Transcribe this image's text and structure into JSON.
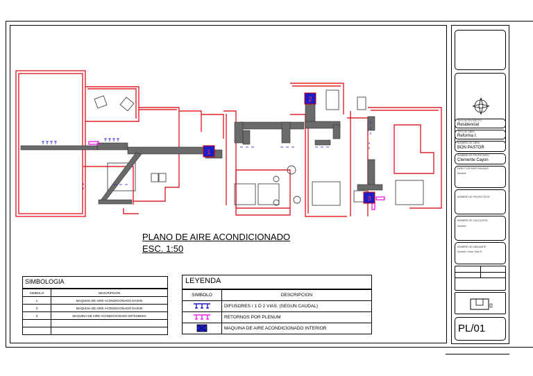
{
  "plan": {
    "title": "PLANO DE AIRE ACONDICIONADO",
    "scale": "ESC. 1:50",
    "unit_markers": [
      "1",
      "2",
      "3"
    ]
  },
  "simbologia": {
    "title": "SIMBOLOGIA",
    "headers": [
      "SIMBOLO",
      "DESCRIPCION"
    ],
    "rows": [
      {
        "simbolo": "1",
        "descripcion": "MAQUINA DE AIRE ACONDICIONADO DAIKIN"
      },
      {
        "simbolo": "2",
        "descripcion": "MAQUINA DE AIRE ACONDICIONADO DAIKIN"
      },
      {
        "simbolo": "3",
        "descripcion": "MAQUINA DE AIRE ACONDICIONADO MITSUBISHI"
      }
    ]
  },
  "leyenda": {
    "title": "LEYENDA",
    "headers": [
      "SIMBOLO",
      "DESCRIPCION"
    ],
    "rows": [
      {
        "icon": "diffuser-symbol",
        "descripcion": "DIFUSORES / 1 Ó 2 VIAS. (SEGUN CAUDAL)"
      },
      {
        "icon": "plenum-return-symbol",
        "descripcion": "RETORNOS POR PLENUM"
      },
      {
        "icon": "indoor-unit-symbol",
        "descripcion": "MAQUINA DE AIRE ACONDICIONADO INTERIOR"
      }
    ]
  },
  "title_block": {
    "north": "N",
    "fields": [
      {
        "label": "TIPO DE PROYECTO",
        "value": "Residencial"
      },
      {
        "label": "TIPO DE OBRA",
        "value": "Reforma I."
      },
      {
        "label": "NOMBRE DE OBRA",
        "value": "BON PASTOR"
      },
      {
        "label": "NOMBRE DE PROPIETARIO",
        "value": "Clemente Cayon"
      },
      {
        "label": "DIRECTOR RESPONSABLE",
        "value": "Nombre:"
      },
      {
        "label": "NOMBRE DE PROYECTISTA",
        "value": ""
      },
      {
        "label": "NOMBRE DE CALCULISTA",
        "value": "Nombre:"
      },
      {
        "label": "NOMBRE DE DIBUJANTE",
        "value": "Nombre: Omar Ortiz R."
      }
    ],
    "sheet_number": "PL/01"
  },
  "colors": {
    "walls": "#e0202a",
    "duct": "#555555",
    "diffuser": "#1a1acc",
    "plenum_return": "#ee22ee",
    "unit_fill": "#1c1cc8",
    "unit_border": "#d40000"
  }
}
